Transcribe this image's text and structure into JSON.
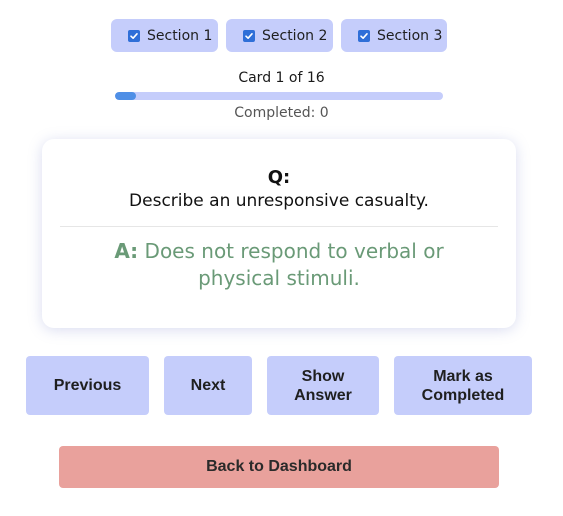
{
  "sections": [
    {
      "label": "Section 1",
      "checked": true
    },
    {
      "label": "Section 2",
      "checked": true
    },
    {
      "label": "Section 3",
      "checked": true
    }
  ],
  "progress": {
    "label": "Card 1 of 16",
    "current": 1,
    "total": 16,
    "completed_label": "Completed: 0"
  },
  "card": {
    "question_label": "Q:",
    "question_text": "Describe an unresponsive casualty.",
    "answer_label": "A:",
    "answer_text": "Does not respond to verbal or physical stimuli."
  },
  "buttons": {
    "previous": "Previous",
    "next": "Next",
    "show_answer": "Show Answer",
    "mark_completed": "Mark as Completed",
    "back": "Back to Dashboard"
  },
  "colors": {
    "chip_bg": "#c5cdfb",
    "progress_fill": "#4f8fe6",
    "answer_text": "#6a9a77",
    "back_button": "#e9a19c"
  }
}
